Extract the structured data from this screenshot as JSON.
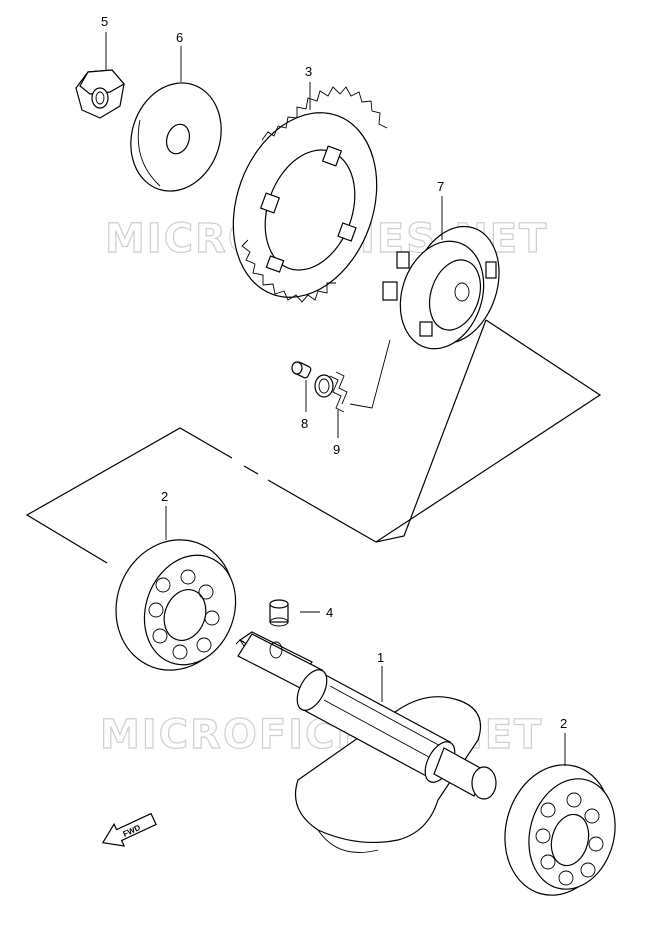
{
  "watermark": "MICROFICHES.NET",
  "callouts": {
    "p1": "1",
    "p2a": "2",
    "p2b": "2",
    "p3": "3",
    "p4": "4",
    "p5": "5",
    "p6": "6",
    "p7": "7",
    "p8": "8",
    "p9": "9"
  },
  "fwd_label": "FWD"
}
